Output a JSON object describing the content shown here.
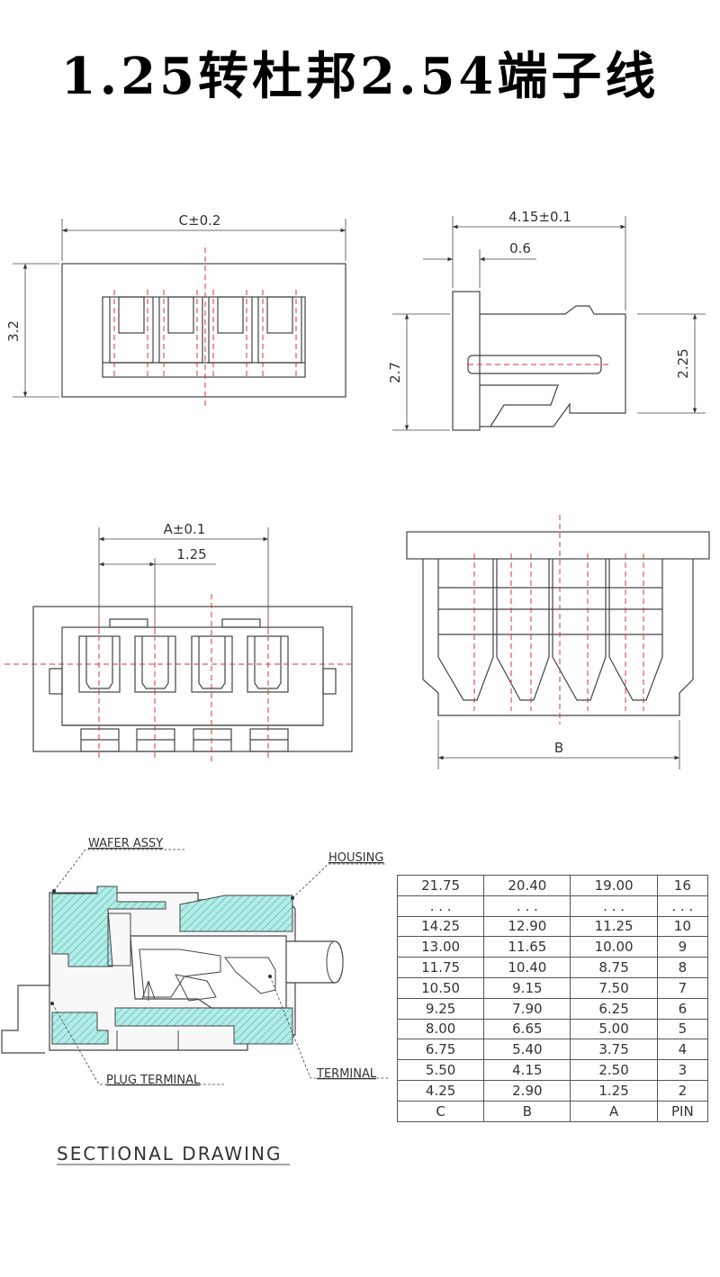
{
  "title": "1.25转杜邦2.54端子线",
  "views": {
    "top_front": {
      "width_label": "C±0.2",
      "height_label": "3.2"
    },
    "side": {
      "depth_label": "4.15±0.1",
      "flange_label": "0.6",
      "left_height_label": "2.7",
      "right_height_label": "2.25"
    },
    "mating_face": {
      "a_label": "A±0.1",
      "pitch_label": "1.25"
    },
    "bottom": {
      "b_label": "B"
    }
  },
  "section": {
    "title": "SECTIONAL DRAWING",
    "callouts": {
      "wafer": "WAFER ASSY",
      "housing": "HOUSING",
      "plug_terminal": "PLUG TERMINAL",
      "terminal": "TERMINAL"
    }
  },
  "dimension_table": {
    "columns": [
      "C",
      "B",
      "A",
      "PIN"
    ],
    "rows": [
      [
        "21.75",
        "20.40",
        "19.00",
        "16"
      ],
      [
        ". . .",
        ". . .",
        ". . .",
        ". . ."
      ],
      [
        "14.25",
        "12.90",
        "11.25",
        "10"
      ],
      [
        "13.00",
        "11.65",
        "10.00",
        "9"
      ],
      [
        "11.75",
        "10.40",
        "8.75",
        "8"
      ],
      [
        "10.50",
        "9.15",
        "7.50",
        "7"
      ],
      [
        "9.25",
        "7.90",
        "6.25",
        "6"
      ],
      [
        "8.00",
        "6.65",
        "5.00",
        "5"
      ],
      [
        "6.75",
        "5.40",
        "3.75",
        "4"
      ],
      [
        "5.50",
        "4.15",
        "2.50",
        "3"
      ],
      [
        "4.25",
        "2.90",
        "1.25",
        "2"
      ]
    ]
  },
  "colors": {
    "line": "#444444",
    "centerline": "#e23030",
    "hatch": "#5fcfc6"
  }
}
